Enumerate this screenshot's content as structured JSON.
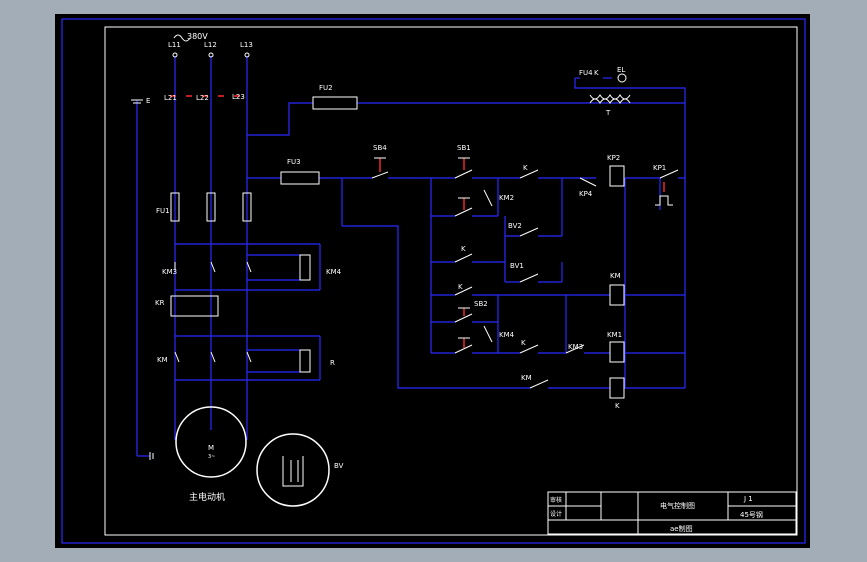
{
  "colors": {
    "background": "#a3adb8",
    "drawing": "#000000",
    "frame": "#2a2aff",
    "wire": "#2a2aff",
    "text": "#ffffff",
    "switch_red": "#ff2a2a"
  },
  "supply": {
    "voltage": "380V",
    "terminals": [
      "L11",
      "L12",
      "L13"
    ],
    "taps": [
      "L21",
      "L22",
      "L23"
    ],
    "ground": "E"
  },
  "labels": {
    "fu1": "FU1",
    "fu2": "FU2",
    "fu3": "FU3",
    "fu4": "FU4",
    "k_top": "K",
    "el": "EL",
    "transformer": "T",
    "sb4": "SB4",
    "sb1": "SB1",
    "sb2": "SB2",
    "k": "K",
    "km2": "KM2",
    "km3": "KM3",
    "km4": "KM4",
    "km1": "KM1",
    "kp2": "KP2",
    "kp4": "KP4",
    "kp1": "KP1",
    "bv1": "BV1",
    "bv2": "BV2",
    "km": "KM",
    "kr": "KR",
    "r": "R",
    "motor": "M",
    "motor_sub": "3~",
    "bv": "BV",
    "motor_caption": "主电动机"
  },
  "title_block": {
    "row1_left": "审核",
    "row2_left": "设计",
    "title": "电气控制图",
    "sheet": "J 1",
    "scale": "45号钢",
    "bottom": "ae制图"
  }
}
